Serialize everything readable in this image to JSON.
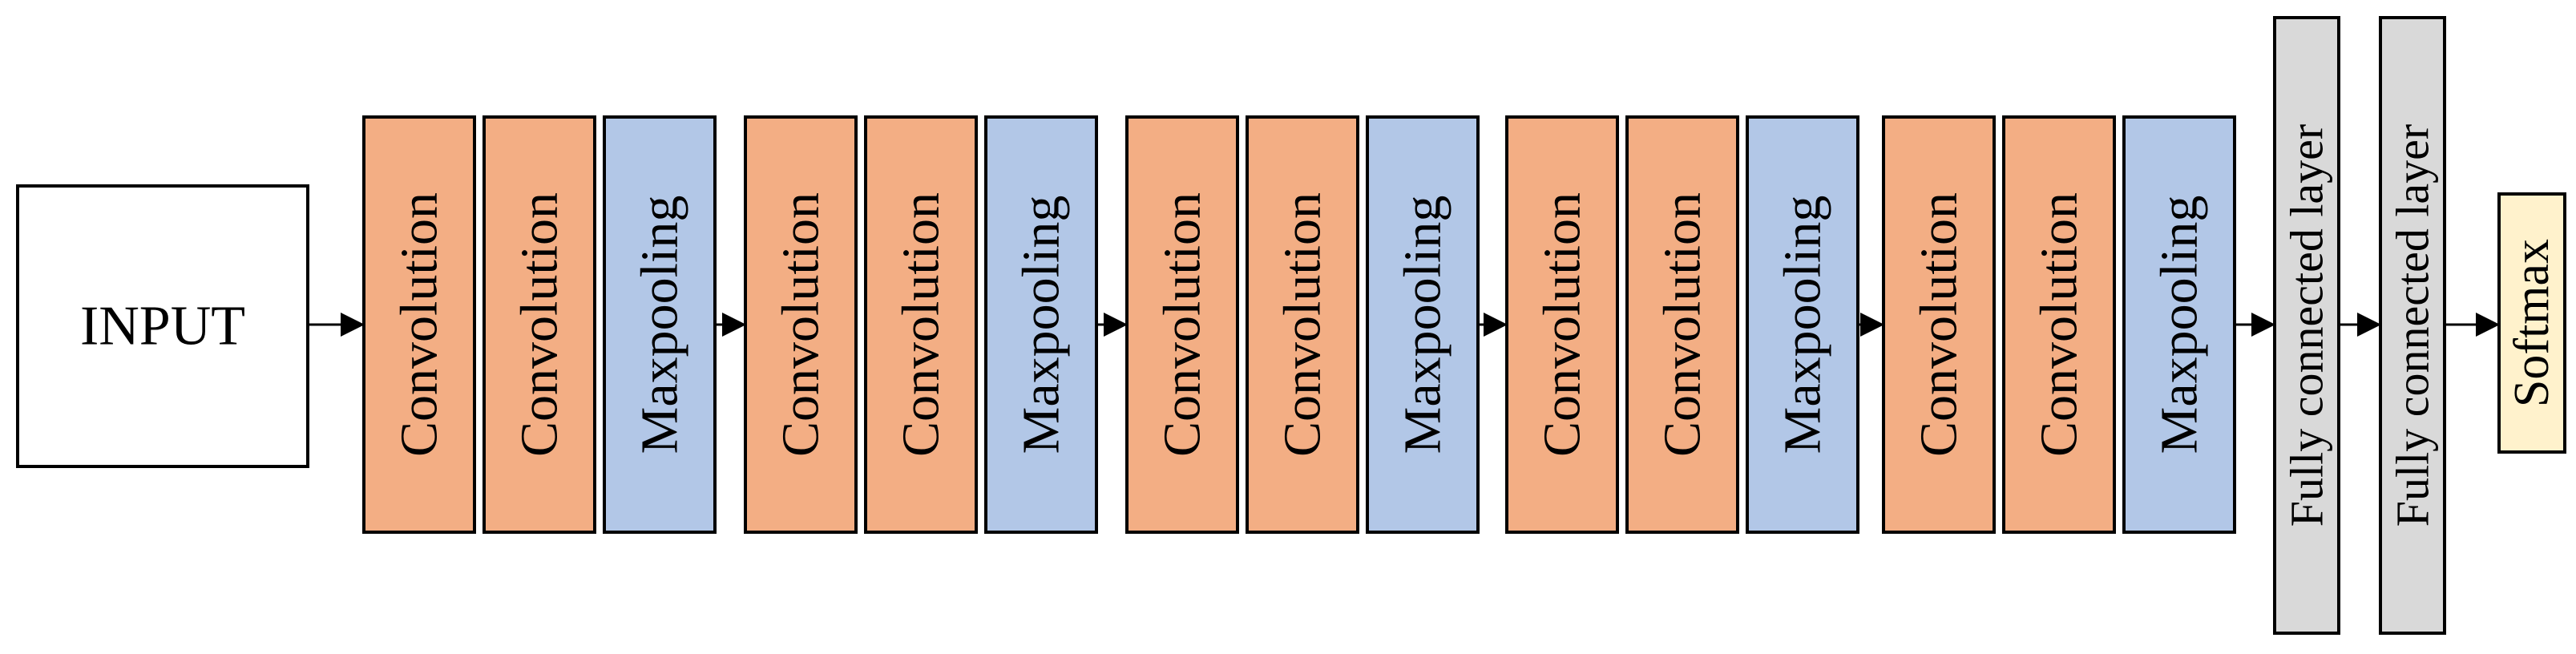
{
  "input": {
    "label": "INPUT"
  },
  "blocks": [
    {
      "layers": [
        {
          "type": "conv",
          "label": "Convolution"
        },
        {
          "type": "conv",
          "label": "Convolution"
        },
        {
          "type": "pool",
          "label": "Maxpooling"
        }
      ]
    },
    {
      "layers": [
        {
          "type": "conv",
          "label": "Convolution"
        },
        {
          "type": "conv",
          "label": "Convolution"
        },
        {
          "type": "pool",
          "label": "Maxpooling"
        }
      ]
    },
    {
      "layers": [
        {
          "type": "conv",
          "label": "Convolution"
        },
        {
          "type": "conv",
          "label": "Convolution"
        },
        {
          "type": "pool",
          "label": "Maxpooling"
        }
      ]
    },
    {
      "layers": [
        {
          "type": "conv",
          "label": "Convolution"
        },
        {
          "type": "conv",
          "label": "Convolution"
        },
        {
          "type": "pool",
          "label": "Maxpooling"
        }
      ]
    },
    {
      "layers": [
        {
          "type": "conv",
          "label": "Convolution"
        },
        {
          "type": "conv",
          "label": "Convolution"
        },
        {
          "type": "pool",
          "label": "Maxpooling"
        }
      ]
    }
  ],
  "fc_layers": [
    {
      "label": "Fully connected layer"
    },
    {
      "label": "Fully connected layer"
    }
  ],
  "output": {
    "label": "Softmax"
  },
  "colors": {
    "conv": "#f3ae84",
    "pool": "#b2c7e7",
    "fc": "#d9d9d9",
    "softmax": "#fff2cc",
    "input": "#ffffff",
    "stroke": "#000000"
  }
}
